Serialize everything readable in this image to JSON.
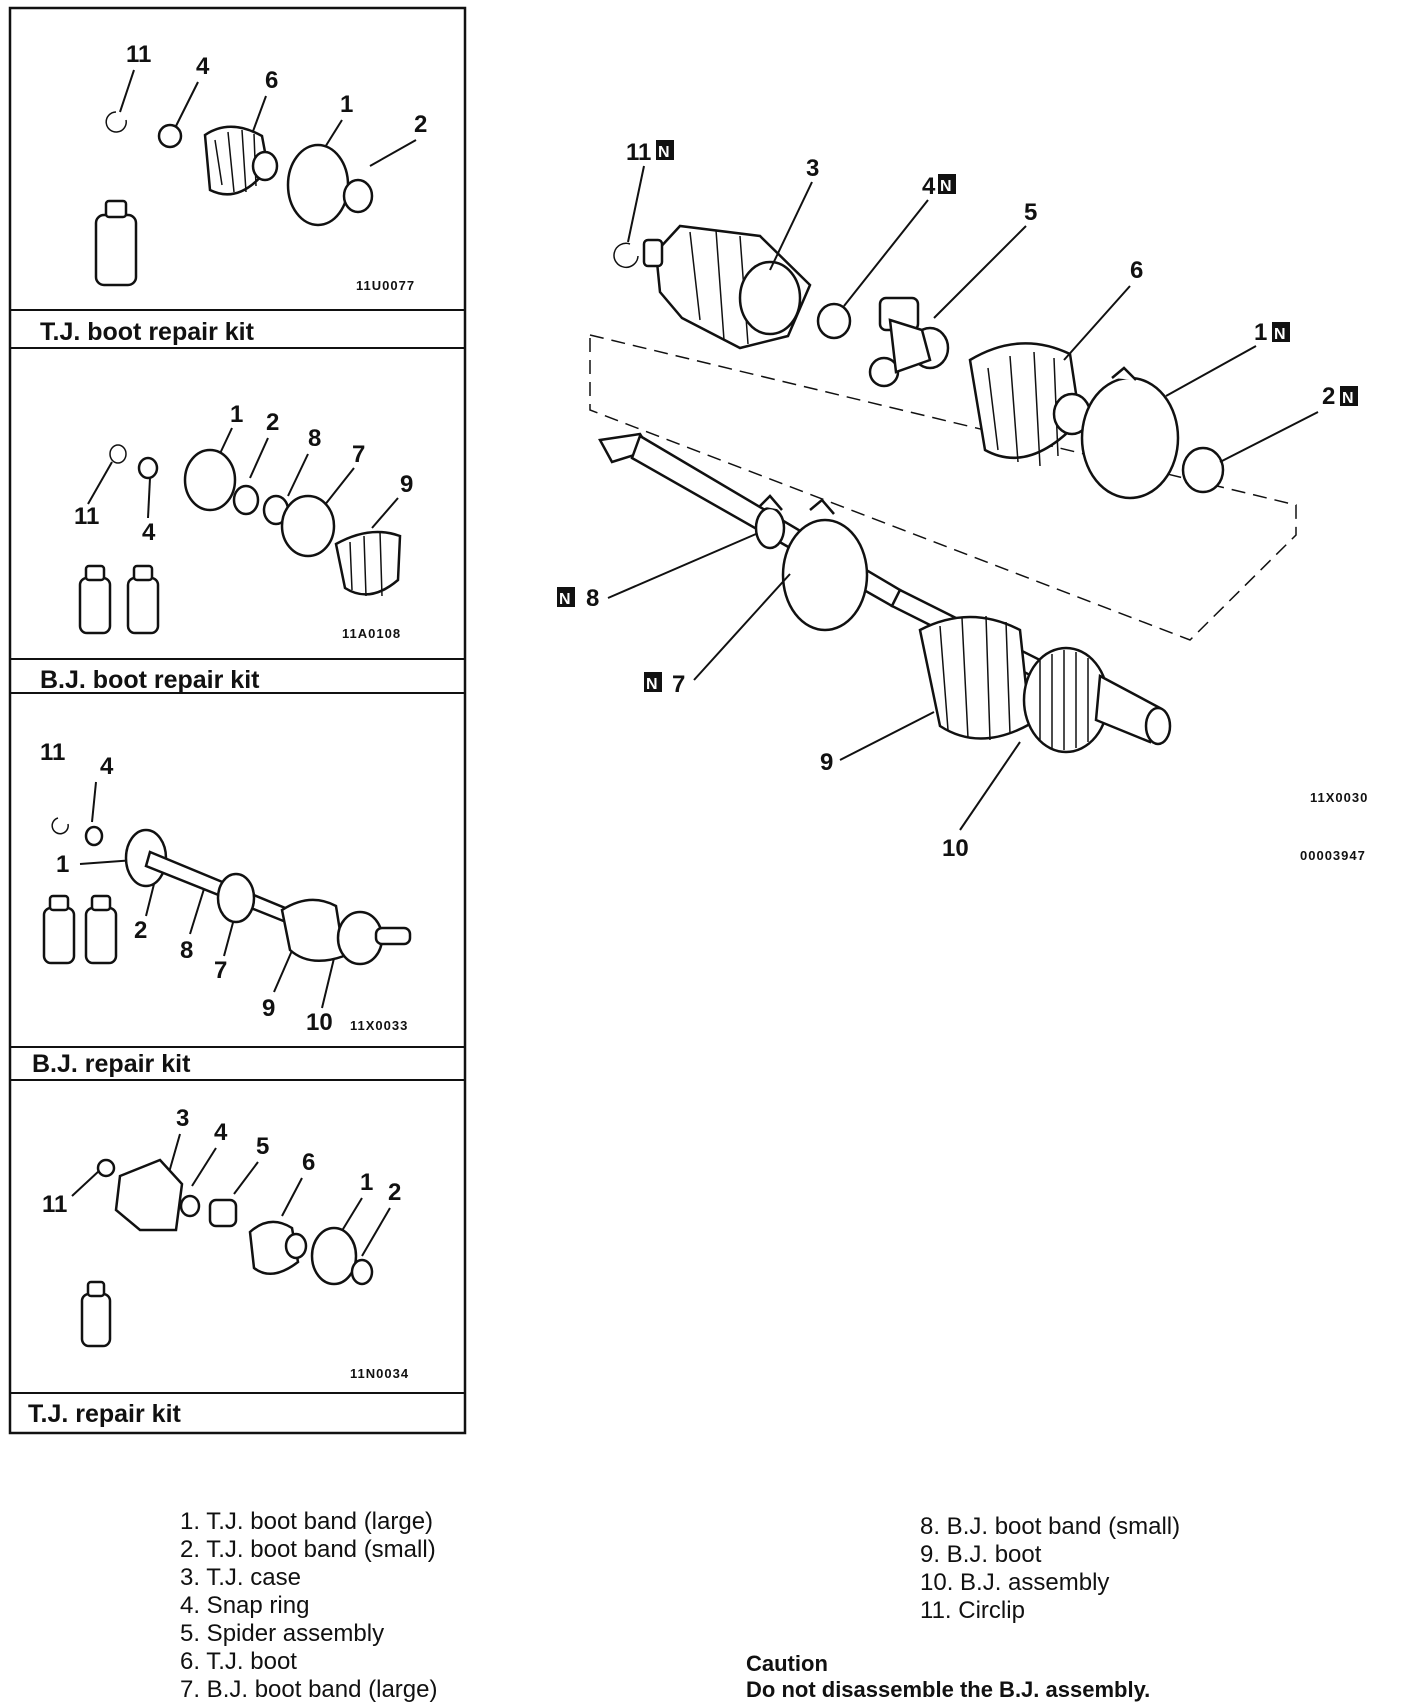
{
  "panels": [
    {
      "title": "T.J. boot repair kit",
      "code": "11U0077",
      "labels": [
        "11",
        "4",
        "6",
        "1",
        "2"
      ]
    },
    {
      "title": "B.J. boot repair kit",
      "code": "11A0108",
      "labels": [
        "1",
        "2",
        "8",
        "7",
        "9",
        "11",
        "4"
      ]
    },
    {
      "title": "B.J. repair kit",
      "code": "11X0033",
      "labels": [
        "11",
        "4",
        "1",
        "2",
        "8",
        "7",
        "9",
        "10"
      ]
    },
    {
      "title": "T.J. repair kit",
      "code": "11N0034",
      "labels": [
        "3",
        "4",
        "5",
        "6",
        "1",
        "2",
        "11"
      ]
    }
  ],
  "main": {
    "labels": [
      "11",
      "3",
      "4",
      "5",
      "6",
      "1",
      "2",
      "8",
      "7",
      "9",
      "10"
    ],
    "new_mark": "N",
    "code1": "11X0030",
    "code2": "00003947"
  },
  "legend": [
    "1. T.J. boot band (large)",
    "2. T.J. boot band (small)",
    "3. T.J. case",
    "4. Snap ring",
    "5. Spider assembly",
    "6. T.J. boot",
    "7. B.J. boot band (large)",
    "8. B.J. boot band (small)",
    "9. B.J. boot",
    "10. B.J. assembly",
    "11. Circlip"
  ],
  "caution": {
    "title": "Caution",
    "text": "Do not disassemble the B.J. assembly."
  }
}
